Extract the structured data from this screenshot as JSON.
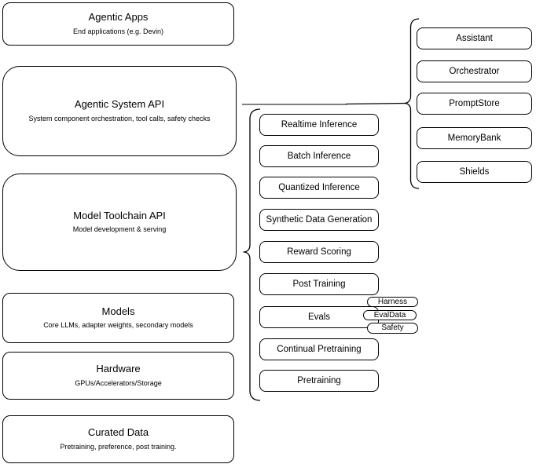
{
  "diagram": {
    "left_column": [
      {
        "title": "Agentic Apps",
        "subtitle": "End applications (e.g. Devin)"
      },
      {
        "title": "Agentic System API",
        "subtitle": "System component orchestration, tool calls, safety checks"
      },
      {
        "title": "Model Toolchain API",
        "subtitle": "Model development & serving"
      },
      {
        "title": "Models",
        "subtitle": "Core LLMs, adapter weights, secondary models"
      },
      {
        "title": "Hardware",
        "subtitle": "GPUs/Accelerators/Storage"
      },
      {
        "title": "Curated Data",
        "subtitle": "Pretraining, preference, post training."
      }
    ],
    "toolchain_items": [
      "Realtime Inference",
      "Batch Inference",
      "Quantized Inference",
      "Synthetic Data Generation",
      "Reward Scoring",
      "Post Training",
      "Evals",
      "Continual Pretraining",
      "Pretraining"
    ],
    "eval_tags": [
      "Harness",
      "EvalData",
      "Safety"
    ],
    "system_components": [
      "Assistant",
      "Orchestrator",
      "PromptStore",
      "MemoryBank",
      "Shields"
    ],
    "colors": {
      "stroke": "#000000",
      "background": "#ffffff",
      "connector_gray": "#808080"
    }
  }
}
